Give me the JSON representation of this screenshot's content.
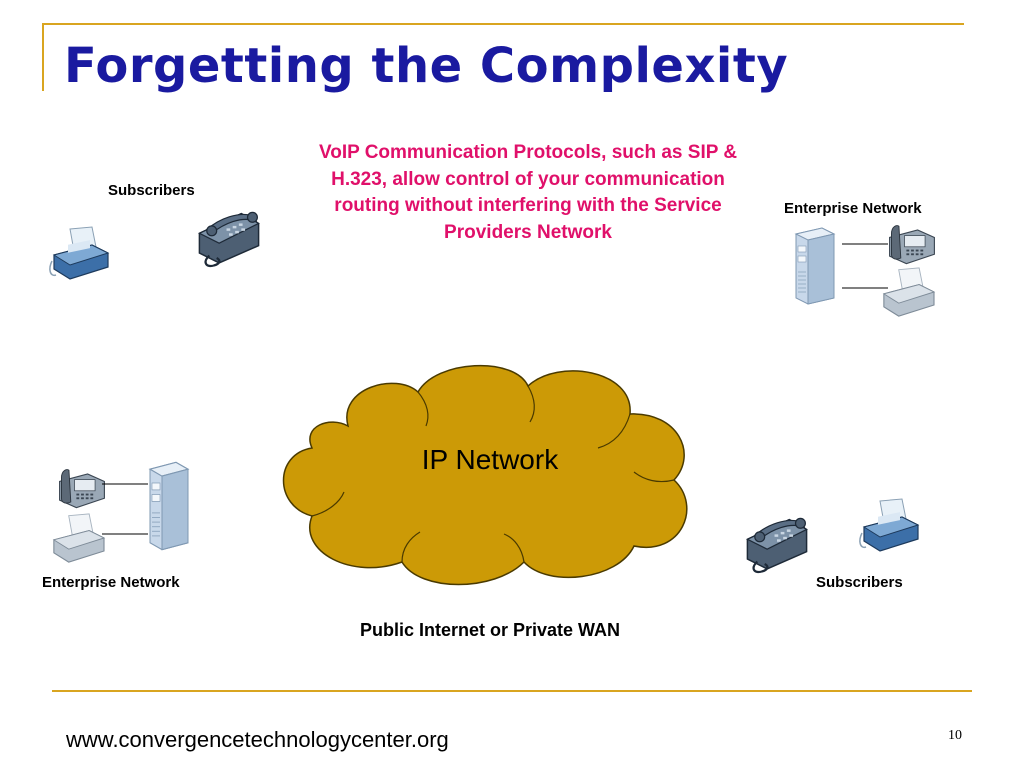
{
  "slide": {
    "title": "Forgetting the Complexity",
    "callout": "VoIP Communication Protocols, such as SIP & H.323, allow control of your communication routing without interfering with the Service Providers Network",
    "cloud_label": "IP Network",
    "caption": "Public Internet or Private WAN",
    "footer_url": "www.convergencetechnologycenter.org",
    "page_number": "10"
  },
  "diagram": {
    "labels": {
      "subscribers_top_left": "Subscribers",
      "enterprise_top_right": "Enterprise Network",
      "enterprise_bottom_left": "Enterprise Network",
      "subscribers_bottom_right": "Subscribers"
    },
    "icons": {
      "phone": "desk-phone-icon",
      "fax": "fax-machine-icon",
      "server": "server-tower-icon",
      "cloud": "cloud-network-icon"
    }
  },
  "colors": {
    "title": "#1a1aa0",
    "callout": "#e0106a",
    "accent_rule": "#d9a520",
    "cloud_fill": "#cc9a06"
  }
}
